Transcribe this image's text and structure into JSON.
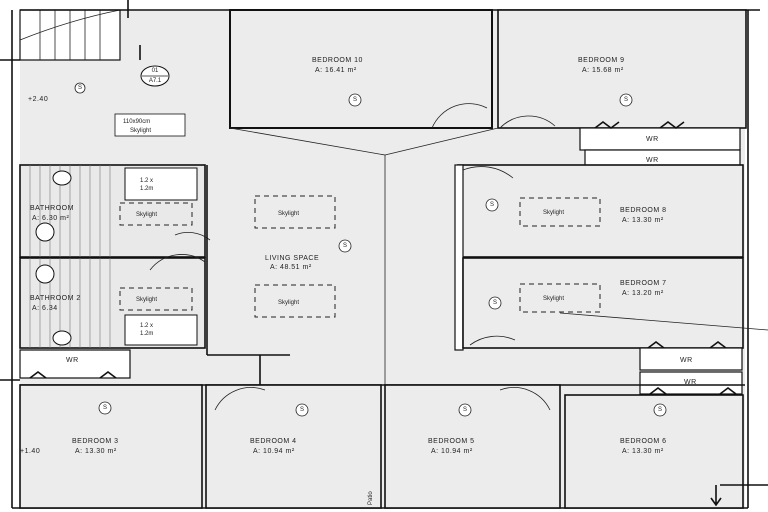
{
  "rooms": {
    "bedroom10": {
      "name": "BEDROOM 10",
      "area": "A:    16.41 m²"
    },
    "bedroom9": {
      "name": "BEDROOM 9",
      "area": "A:    15.68 m²"
    },
    "bedroom8": {
      "name": "BEDROOM 8",
      "area": "A:    13.30 m²"
    },
    "bedroom7": {
      "name": "BEDROOM 7",
      "area": "A:    13.20 m²"
    },
    "bedroom3": {
      "name": "BEDROOM 3",
      "area": "A:    13.30 m²"
    },
    "bedroom4": {
      "name": "BEDROOM 4",
      "area": "A:    10.94 m²"
    },
    "bedroom5": {
      "name": "BEDROOM 5",
      "area": "A:    10.94 m²"
    },
    "bedroom6": {
      "name": "BEDROOM 6",
      "area": "A:    13.30 m²"
    },
    "bathroom1": {
      "name": "BATHROOM",
      "area": "A:    6.30 m²"
    },
    "bathroom2": {
      "name": "BATHROOM 2",
      "area": "A:    6.34"
    },
    "living": {
      "name": "LIVING SPACE",
      "area": "A:    48.51 m²"
    }
  },
  "labels": {
    "skylight": "Skylight",
    "skylight_box": "110x90cm",
    "skylight_box2": "Skylight",
    "wr": "WR",
    "level_top": "+2.40",
    "level_bottom": "+1.40",
    "s_symbol": "S",
    "stair_tag": "01",
    "stair_tag2": "A7.1",
    "small_a": "1.2 x",
    "small_b": "1.2m",
    "vertical_text": "Patio"
  }
}
